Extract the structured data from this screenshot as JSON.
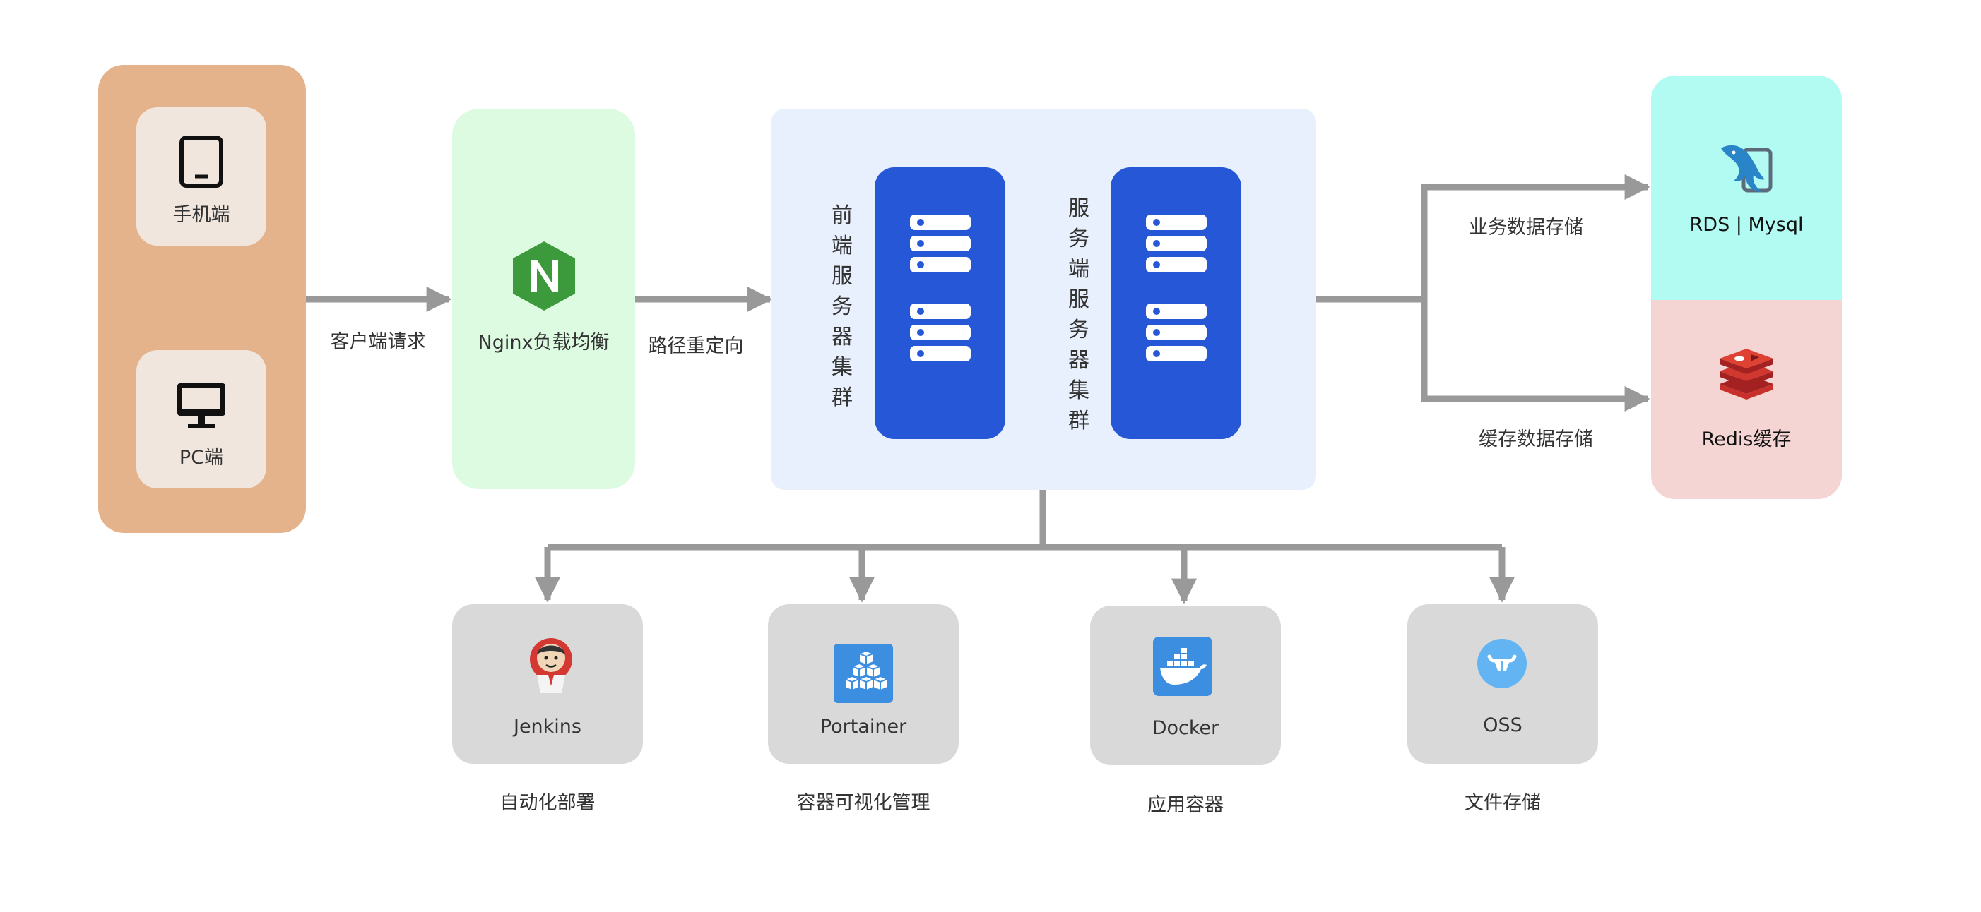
{
  "client": {
    "mobile": "手机端",
    "pc": "PC端"
  },
  "arrows": {
    "client_request": "客户端请求",
    "route_redirect": "路径重定向",
    "business_storage": "业务数据存储",
    "cache_storage": "缓存数据存储"
  },
  "nginx": {
    "label": "Nginx负载均衡"
  },
  "cluster": {
    "frontend": "前端服务器集群",
    "backend": "服务端服务器集群"
  },
  "storage": {
    "rds": "RDS | Mysql",
    "redis": "Redis缓存"
  },
  "tools": [
    {
      "name": "Jenkins",
      "caption": "自动化部署"
    },
    {
      "name": "Portainer",
      "caption": "容器可视化管理"
    },
    {
      "name": "Docker",
      "caption": "应用容器"
    },
    {
      "name": "OSS",
      "caption": "文件存储"
    }
  ],
  "colors": {
    "client_bg": "#e5b38b",
    "client_card": "#f1e6dd",
    "nginx_bg": "#ddfbe0",
    "cluster_bg": "#e8f0fd",
    "server_blue": "#2557d6",
    "rds_bg": "#b2fbf2",
    "redis_bg": "#f4d5d3",
    "tool_bg": "#d9d9d9",
    "arrow": "#999999"
  }
}
